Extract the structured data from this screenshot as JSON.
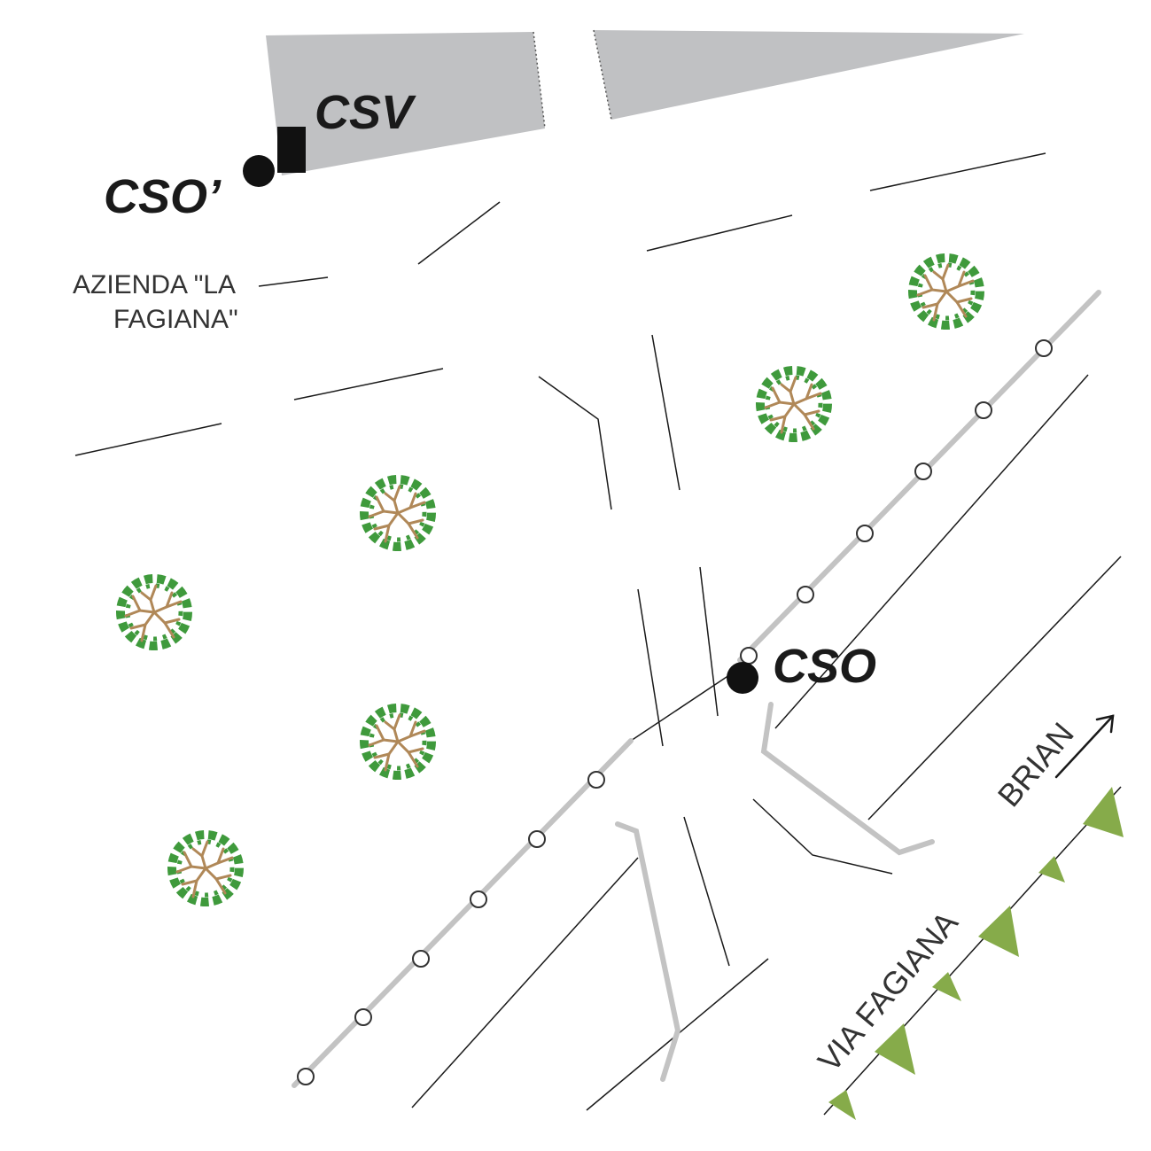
{
  "labels": {
    "csv": "CSV",
    "cso_prime": "CSO’",
    "cso": "CSO",
    "azienda_line1": "AZIENDA \"LA",
    "azienda_line2": "FAGIANA\"",
    "via_fagiana": "VIA FAGIANA",
    "brian": "BRIAN"
  },
  "colors": {
    "building": "#c0c1c3",
    "road_line": "#1a1a1a",
    "rail": "#c3c3c3",
    "marker": "#111111",
    "tree_foliage": "#3f9a3c",
    "tree_branch": "#b08858",
    "hedge": "#86ab4a"
  },
  "icons": {
    "tree": "tree-icon",
    "hedge": "triangle-hedge-icon",
    "direction": "arrow-northeast-icon",
    "monitoring_point": "filled-circle-marker",
    "station": "filled-square-marker"
  }
}
